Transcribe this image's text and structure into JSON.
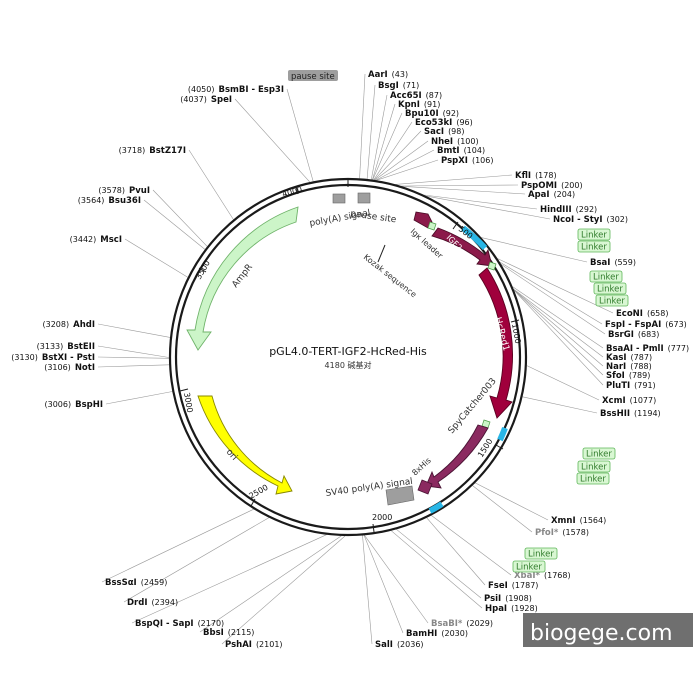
{
  "plasmid": {
    "name": "pGL4.0-TERT-IGF2-HcRed-His",
    "size_label": "4180 碱基对",
    "length": 4180
  },
  "ticks": [
    "500",
    "1000",
    "1500",
    "2000",
    "2500",
    "3000",
    "3500",
    "4000"
  ],
  "features": {
    "ampr": "AmpR",
    "ori": "ori",
    "hcred": "HcRed1",
    "igf2": "IGF2",
    "igk": "Igκ leader",
    "kozak": "Kozak sequence",
    "spycatcher": "SpyCatcher003",
    "his": "8xHis",
    "polya": "poly(A) signal",
    "pause": "pause site",
    "sv40": "SV40 poly(A) signal",
    "pause_top": "pause site"
  },
  "sites_right": [
    {
      "name": "AarI",
      "pos": "(43)"
    },
    {
      "name": "BsgI",
      "pos": "(71)"
    },
    {
      "name": "Acc65I",
      "pos": "(87)"
    },
    {
      "name": "KpnI",
      "pos": "(91)"
    },
    {
      "name": "Bpu10I",
      "pos": "(92)"
    },
    {
      "name": "Eco53kI",
      "pos": "(96)"
    },
    {
      "name": "SacI",
      "pos": "(98)"
    },
    {
      "name": "NheI",
      "pos": "(100)"
    },
    {
      "name": "BmtI",
      "pos": "(104)"
    },
    {
      "name": "PspXI",
      "pos": "(106)"
    },
    {
      "name": "KflI",
      "pos": "(178)"
    },
    {
      "name": "PspOMI",
      "pos": "(200)"
    },
    {
      "name": "ApaI",
      "pos": "(204)"
    },
    {
      "name": "HindIII",
      "pos": "(292)"
    },
    {
      "name": "NcoI - StyI",
      "pos": "(302)"
    },
    {
      "name": "BsaI",
      "pos": "(559)"
    },
    {
      "name": "EcoNI",
      "pos": "(658)"
    },
    {
      "name": "FspI - FspAI",
      "pos": "(673)"
    },
    {
      "name": "BsrGI",
      "pos": "(683)"
    },
    {
      "name": "BsaAI - PmlI",
      "pos": "(777)"
    },
    {
      "name": "KasI",
      "pos": "(787)"
    },
    {
      "name": "NarI",
      "pos": "(788)"
    },
    {
      "name": "SfoI",
      "pos": "(789)"
    },
    {
      "name": "PluTI",
      "pos": "(791)"
    },
    {
      "name": "XcmI",
      "pos": "(1077)"
    },
    {
      "name": "BssHII",
      "pos": "(1194)"
    },
    {
      "name": "XmnI",
      "pos": "(1564)"
    },
    {
      "name": "PfoI*",
      "pos": "(1578)"
    },
    {
      "name": "XbaI*",
      "pos": "(1768)"
    },
    {
      "name": "FseI",
      "pos": "(1787)"
    },
    {
      "name": "PsiI",
      "pos": "(1908)"
    },
    {
      "name": "HpaI",
      "pos": "(1928)"
    }
  ],
  "linkers": [
    "Linker",
    "Linker",
    "Linker",
    "Linker",
    "Linker",
    "Linker",
    "Linker",
    "Linker",
    "Linker",
    "Linker"
  ],
  "sites_bottom": [
    {
      "name": "BsaBI*",
      "pos": "(2029)"
    },
    {
      "name": "BamHI",
      "pos": "(2030)"
    },
    {
      "name": "SalI",
      "pos": "(2036)"
    },
    {
      "name": "PshAI",
      "pos": "(2101)"
    },
    {
      "name": "BbsI",
      "pos": "(2115)"
    },
    {
      "name": "BspQI - SapI",
      "pos": "(2170)"
    },
    {
      "name": "DrdI",
      "pos": "(2394)"
    },
    {
      "name": "BssSαI",
      "pos": "(2459)"
    }
  ],
  "sites_left": [
    {
      "name": "BspHI",
      "pos": "(3006)"
    },
    {
      "name": "NotI",
      "pos": "(3106)"
    },
    {
      "name": "BstXI - PstI",
      "pos": "(3130)"
    },
    {
      "name": "BstEII",
      "pos": "(3133)"
    },
    {
      "name": "AhdI",
      "pos": "(3208)"
    },
    {
      "name": "MscI",
      "pos": "(3442)"
    },
    {
      "name": "Bsu36I",
      "pos": "(3564)"
    },
    {
      "name": "PvuI",
      "pos": "(3578)"
    },
    {
      "name": "BstZ17I",
      "pos": "(3718)"
    },
    {
      "name": "SpeI",
      "pos": "(4037)"
    },
    {
      "name": "BsmBI - Esp3I",
      "pos": "(4050)"
    }
  ],
  "watermark": "biogege.com",
  "colors": {
    "ampr": "#ccf5c8",
    "ori": "#ffff00",
    "hcred": "#a0003c",
    "igf2": "#8b1a4a",
    "spycatcher": "#8b2a60",
    "linker_band": "#29b6e6",
    "backbone": "#1a1a1a",
    "grey_box": "#9e9e9e"
  }
}
